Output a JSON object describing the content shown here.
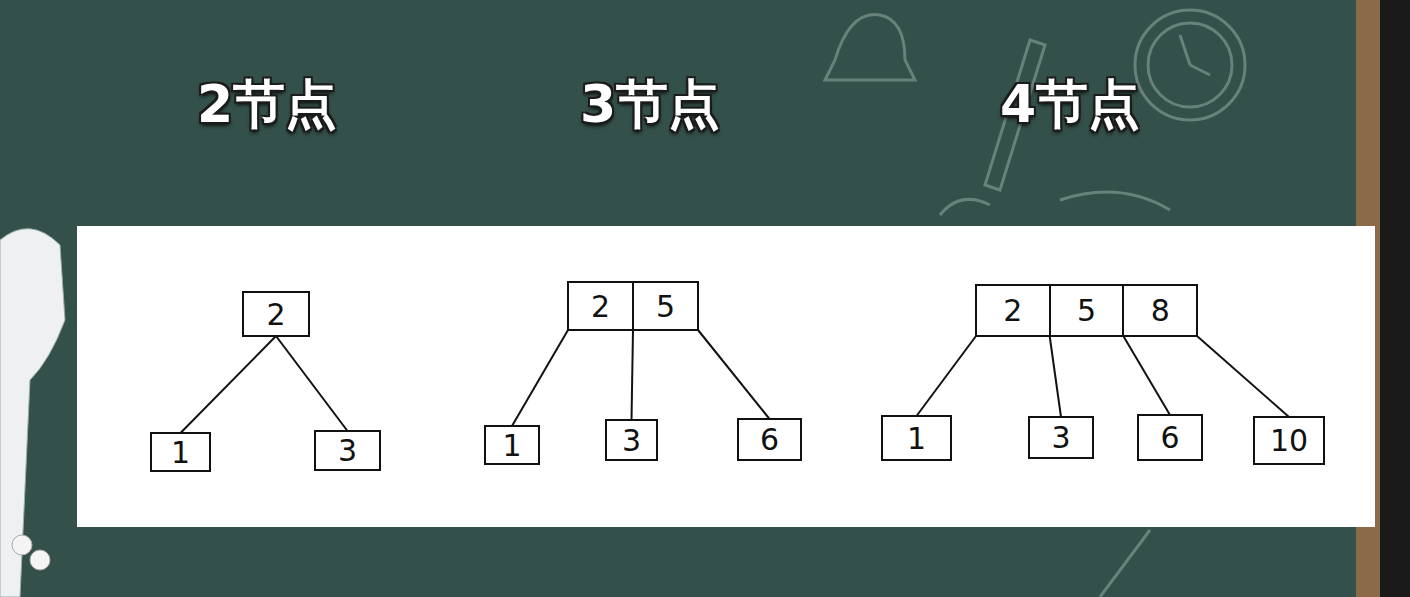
{
  "diagram": {
    "nodes": [
      {
        "text": [
          "2"
        ]
      },
      {
        "text": [
          "1"
        ]
      },
      {
        "text": [
          "3"
        ]
      },
      {
        "text": [
          "2",
          "5"
        ]
      },
      {
        "text": [
          "1"
        ]
      },
      {
        "text": [
          "3"
        ]
      },
      {
        "text": [
          "6"
        ]
      },
      {
        "text": [
          "2",
          "5",
          "8"
        ]
      },
      {
        "text": [
          "1"
        ]
      },
      {
        "text": [
          "3"
        ]
      },
      {
        "text": [
          "6"
        ]
      },
      {
        "text": [
          "10"
        ]
      }
    ],
    "edges": [
      {
        "from": 0,
        "to": 1,
        "arrow": "none"
      },
      {
        "from": 0,
        "to": 2,
        "arrow": "none"
      },
      {
        "from": 3,
        "to": 4,
        "arrow": "none"
      },
      {
        "from": 3,
        "to": 5,
        "arrow": "none"
      },
      {
        "from": 3,
        "to": 6,
        "arrow": "none"
      },
      {
        "from": 7,
        "to": 8,
        "arrow": "none"
      },
      {
        "from": 7,
        "to": 9,
        "arrow": "none"
      },
      {
        "from": 7,
        "to": 10,
        "arrow": "none"
      },
      {
        "from": 7,
        "to": 11,
        "arrow": "none"
      }
    ],
    "labels": [
      "2节点",
      "3节点",
      "4节点"
    ]
  }
}
